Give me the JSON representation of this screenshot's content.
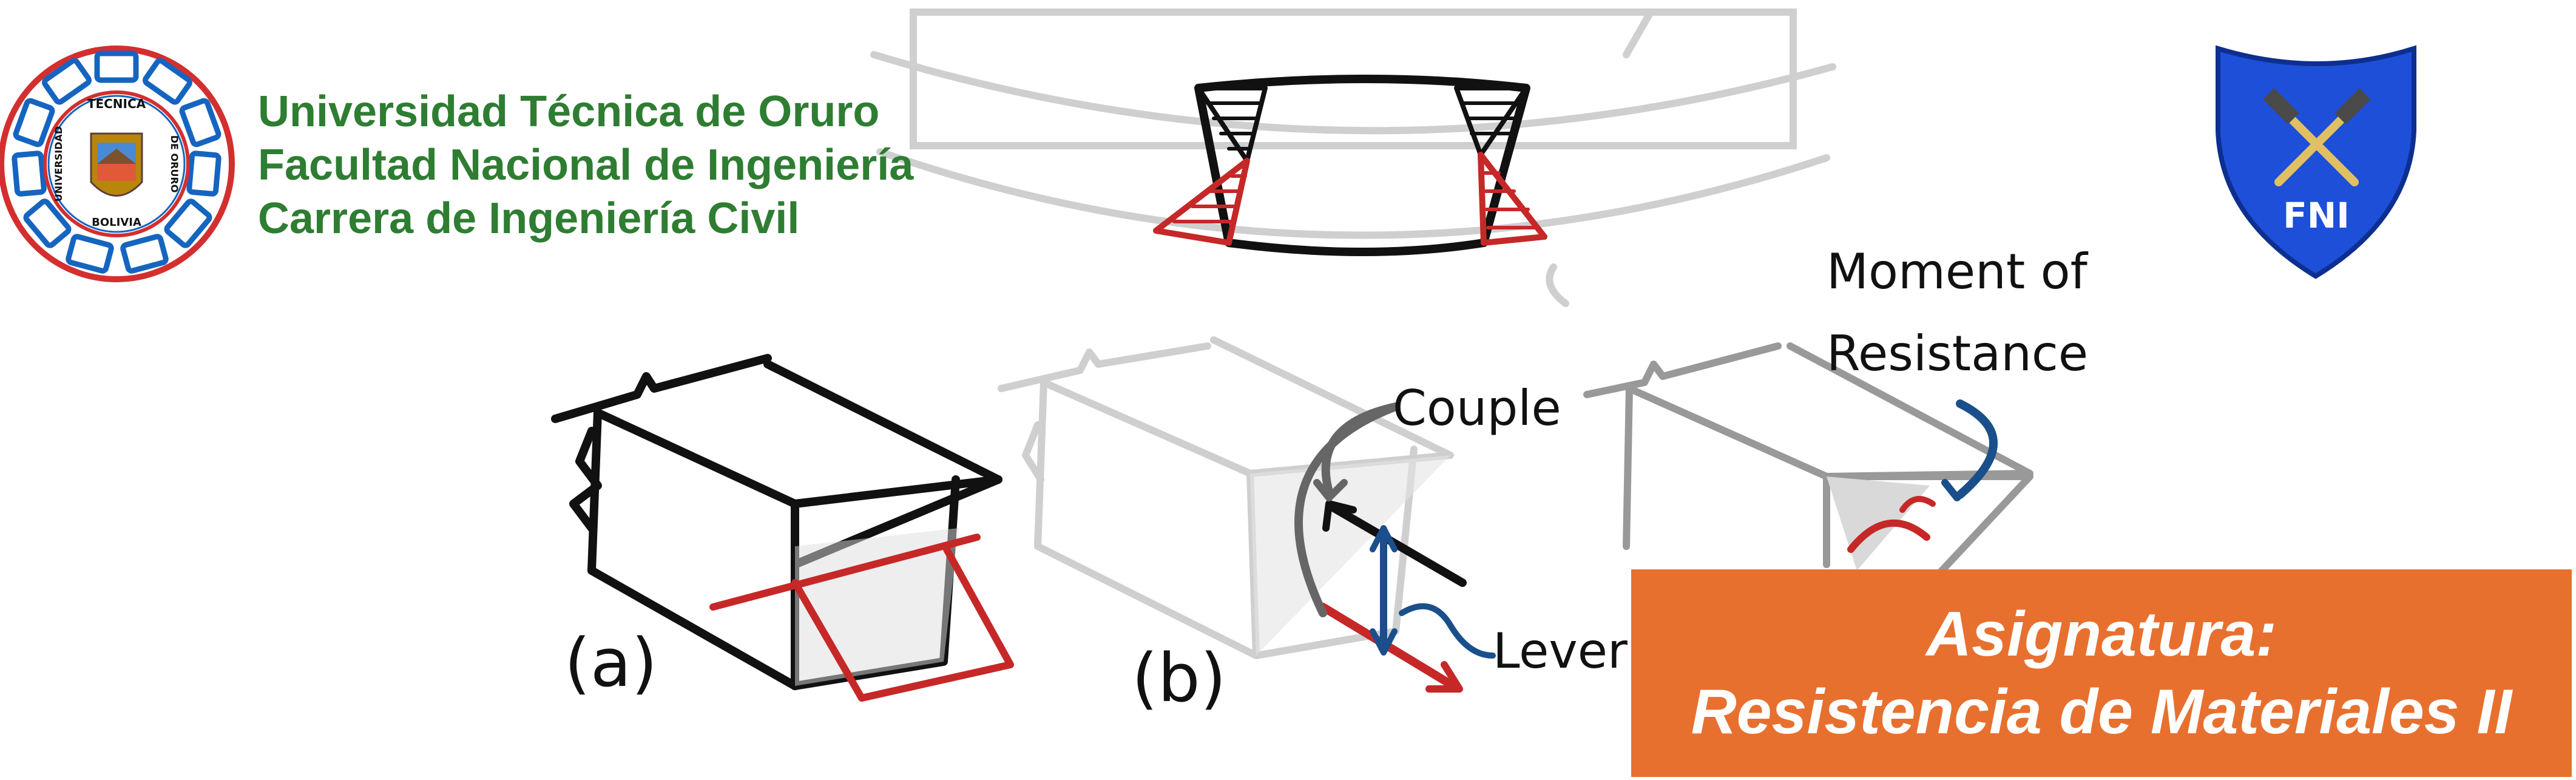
{
  "header": {
    "institution_lines": [
      "Universidad Técnica de Oruro",
      "Facultad Nacional de Ingeniería",
      "Carrera de Ingeniería Civil"
    ],
    "university_seal_text": [
      "TECNICA",
      "DE ORURO",
      "BOLIVIA",
      "UNIVERSIDAD"
    ],
    "faculty_logo_text": "FNI"
  },
  "figure": {
    "label_a": "(a)",
    "label_b": "(b)",
    "annotation_couple": "Couple",
    "annotation_moment_line1": "Moment of",
    "annotation_moment_line2": "Resistance",
    "annotation_lever": "Lever a"
  },
  "course_box": {
    "line1": "Asignatura:",
    "line2": "Resistencia de Materiales II"
  },
  "colors": {
    "institution_text": "#2e7d32",
    "course_box_bg": "#e8702f",
    "shield_blue": "#1e4fd8",
    "seal_red": "#d32f2f",
    "seal_blue": "#1565c0",
    "sketch_red": "#c62828",
    "sketch_blue": "#1a4f8b"
  }
}
